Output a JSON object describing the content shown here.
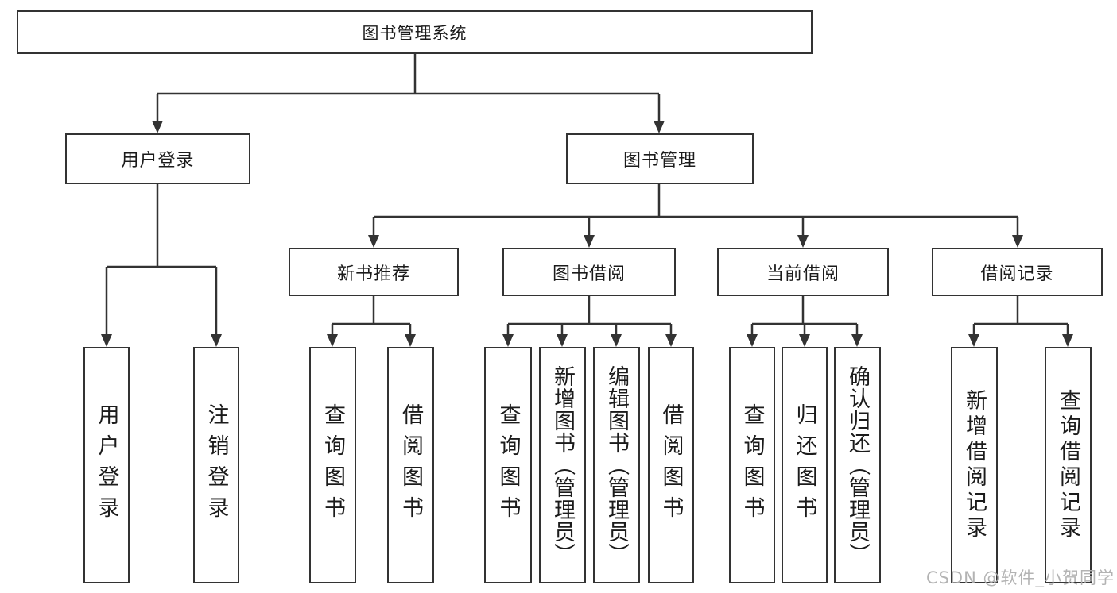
{
  "diagram_title": "图书管理系统",
  "colors": {
    "line": "#333333",
    "box_border": "#333333",
    "text": "#1b1b1b",
    "background": "#ffffff",
    "watermark": "#bdbdbd"
  },
  "tree": {
    "root": {
      "label": "图书管理系统"
    },
    "branches": [
      {
        "label": "用户登录",
        "children": [
          {
            "label": "用户登录"
          },
          {
            "label": "注销登录"
          }
        ]
      },
      {
        "label": "图书管理",
        "children": [
          {
            "label": "新书推荐",
            "children": [
              {
                "label": "查询图书"
              },
              {
                "label": "借阅图书"
              }
            ]
          },
          {
            "label": "图书借阅",
            "children": [
              {
                "label": "查询图书"
              },
              {
                "label": "新增图书（管理员）"
              },
              {
                "label": "编辑图书（管理员）"
              },
              {
                "label": "借阅图书"
              }
            ]
          },
          {
            "label": "当前借阅",
            "children": [
              {
                "label": "查询图书"
              },
              {
                "label": "归还图书"
              },
              {
                "label": "确认归还（管理员）"
              }
            ]
          },
          {
            "label": "借阅记录",
            "children": [
              {
                "label": "新增借阅记录"
              },
              {
                "label": "查询借阅记录"
              }
            ]
          }
        ]
      }
    ]
  },
  "watermark": {
    "text": "CSDN @软件_小贺同学"
  }
}
